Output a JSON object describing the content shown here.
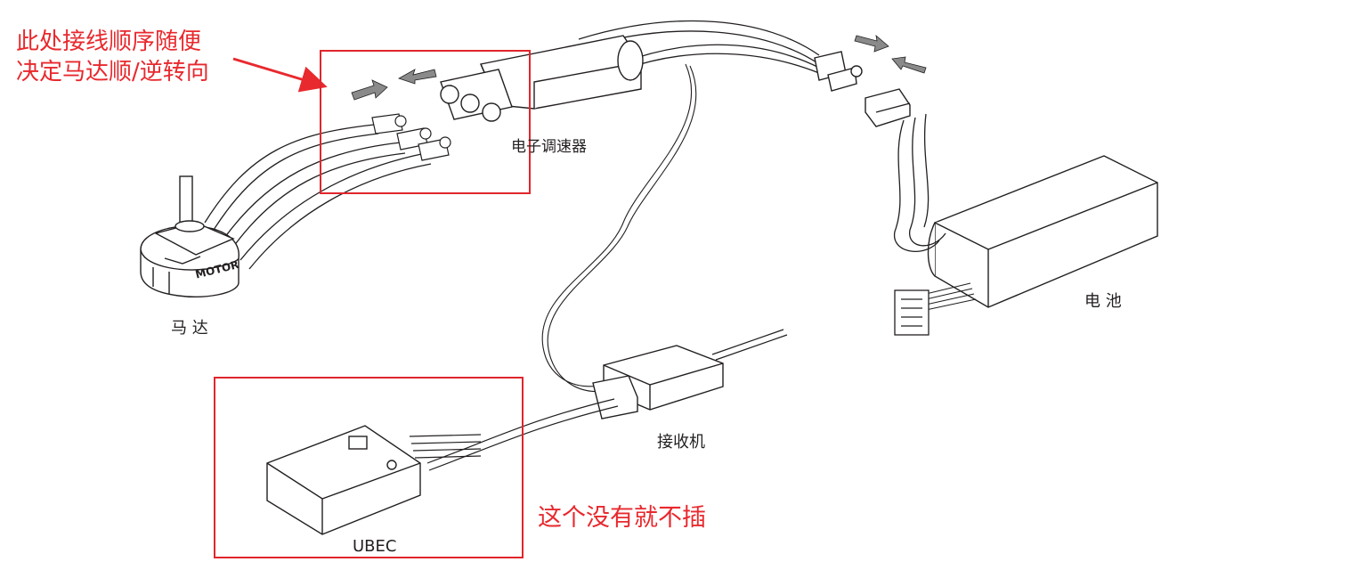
{
  "labels": {
    "esc": "电子调速器",
    "motor": "马 达",
    "motor_text": "MOTOR",
    "battery": "电 池",
    "receiver": "接收机",
    "ubec": "UBEC"
  },
  "annotations": {
    "wiring_order_line1": "此处接线顺序随便",
    "wiring_order_line2": "决定马达顺/逆转向",
    "ubec_note": "这个没有就不插"
  },
  "colors": {
    "annotation_red": "#e8292e",
    "line_art": "#231f20",
    "arrow_gray": "#8a8a8a"
  }
}
